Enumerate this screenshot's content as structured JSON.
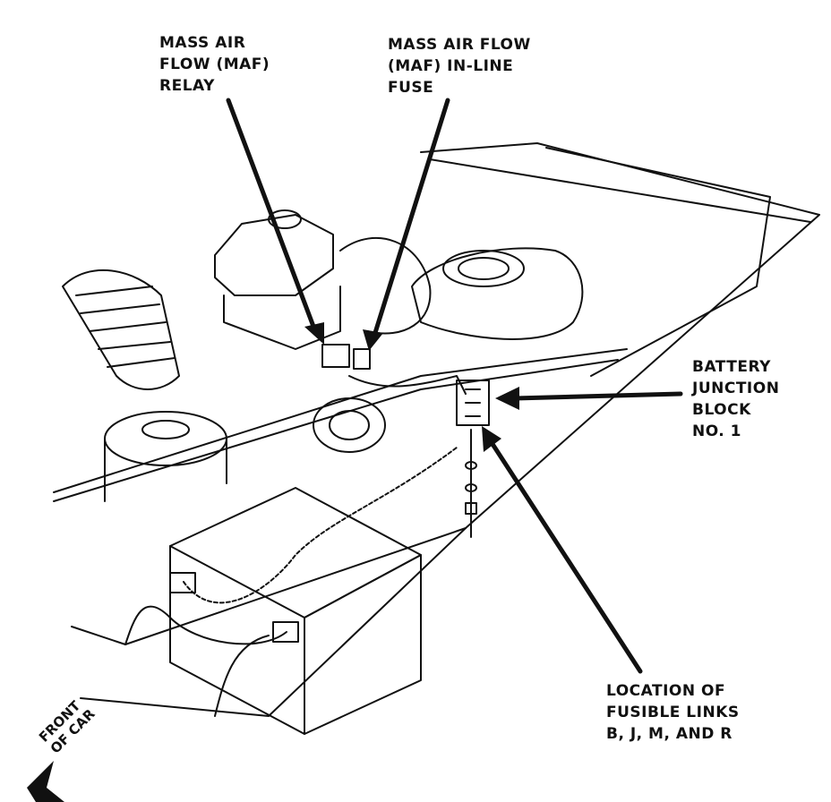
{
  "labels": {
    "maf_relay": [
      "MASS AIR",
      "FLOW (MAF)",
      "RELAY"
    ],
    "maf_fuse": [
      "MASS AIR FLOW",
      "(MAF) IN-LINE",
      "FUSE"
    ],
    "battery_junction": [
      "BATTERY",
      "JUNCTION",
      "BLOCK",
      "NO. 1"
    ],
    "fusible_links": [
      "LOCATION OF",
      "FUSIBLE LINKS",
      "B, J, M, AND R"
    ],
    "front_of_car": [
      "FRONT",
      "OF CAR"
    ]
  },
  "colors": {
    "ink": "#111111",
    "paper": "#ffffff"
  }
}
